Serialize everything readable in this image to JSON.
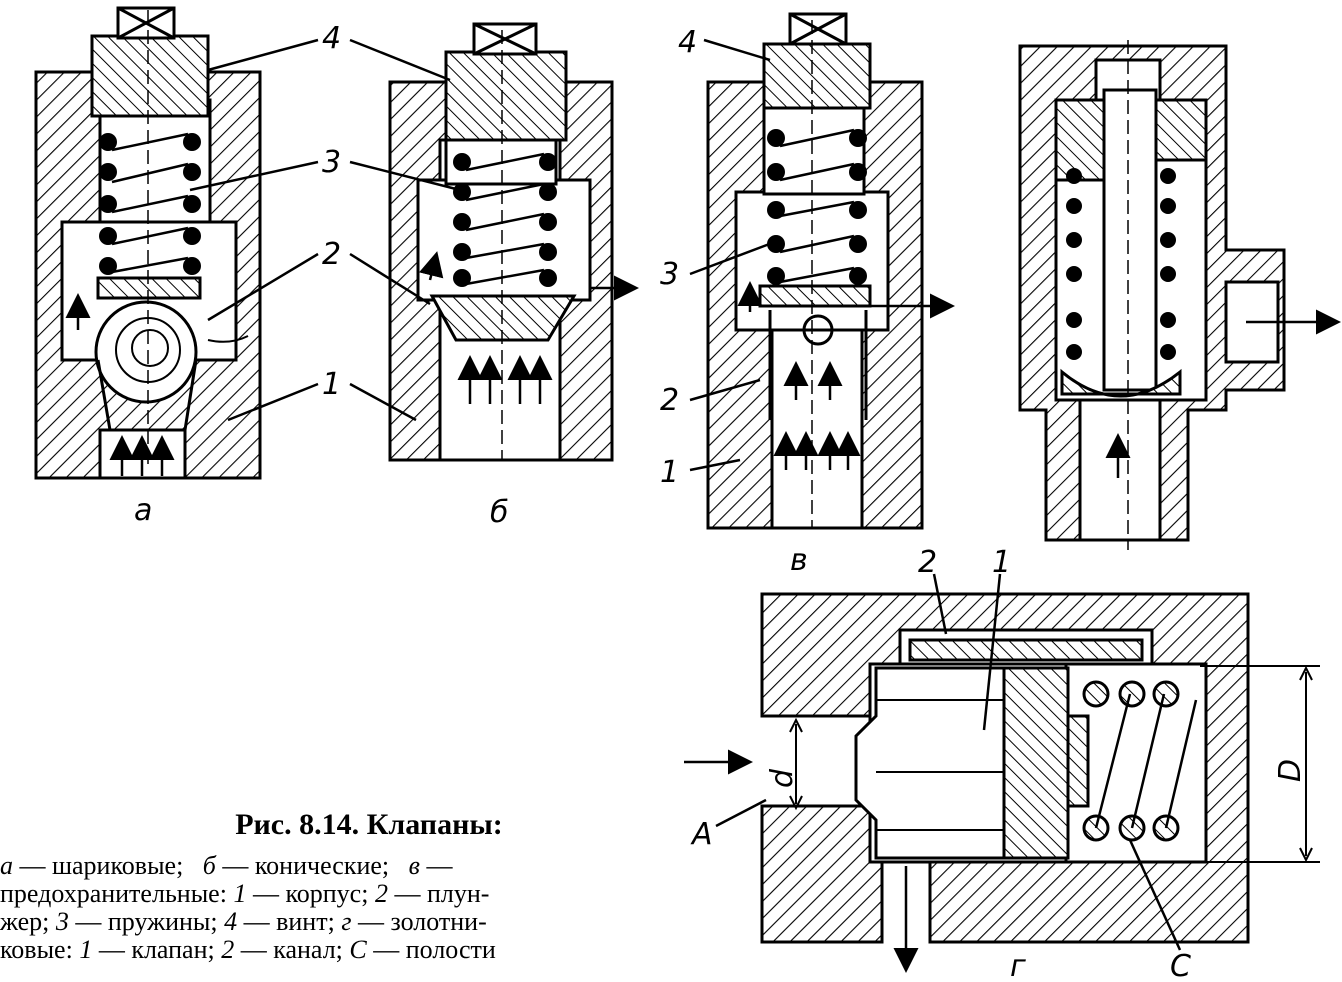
{
  "figure": {
    "callouts": {
      "n1": "1",
      "n2": "2",
      "n3": "3",
      "n4": "4",
      "A": "A",
      "C": "C",
      "d": "d",
      "D": "D"
    },
    "sublabels": {
      "a": "а",
      "b": "б",
      "v": "в",
      "g": "г"
    }
  },
  "caption": {
    "title": "Рис. 8.14. Клапаны:",
    "line1": [
      {
        "k": "а",
        "t": " — шариковые;   "
      },
      {
        "k": "б",
        "t": " — конические;   "
      },
      {
        "k": "в",
        "t": " —"
      }
    ],
    "line2": [
      {
        "k": "",
        "t": "предохранительные: "
      },
      {
        "k": "1",
        "t": " — корпус; "
      },
      {
        "k": "2",
        "t": " — плун-"
      }
    ],
    "line3": [
      {
        "k": "",
        "t": "жер; "
      },
      {
        "k": "3",
        "t": " — пружины; "
      },
      {
        "k": "4",
        "t": " — винт; "
      },
      {
        "k": "г",
        "t": " — золотни-"
      }
    ],
    "line4": [
      {
        "k": "",
        "t": "ковые: "
      },
      {
        "k": "1",
        "t": " — клапан; "
      },
      {
        "k": "2",
        "t": " — канал; "
      },
      {
        "k": "С",
        "t": " — полости"
      }
    ]
  }
}
